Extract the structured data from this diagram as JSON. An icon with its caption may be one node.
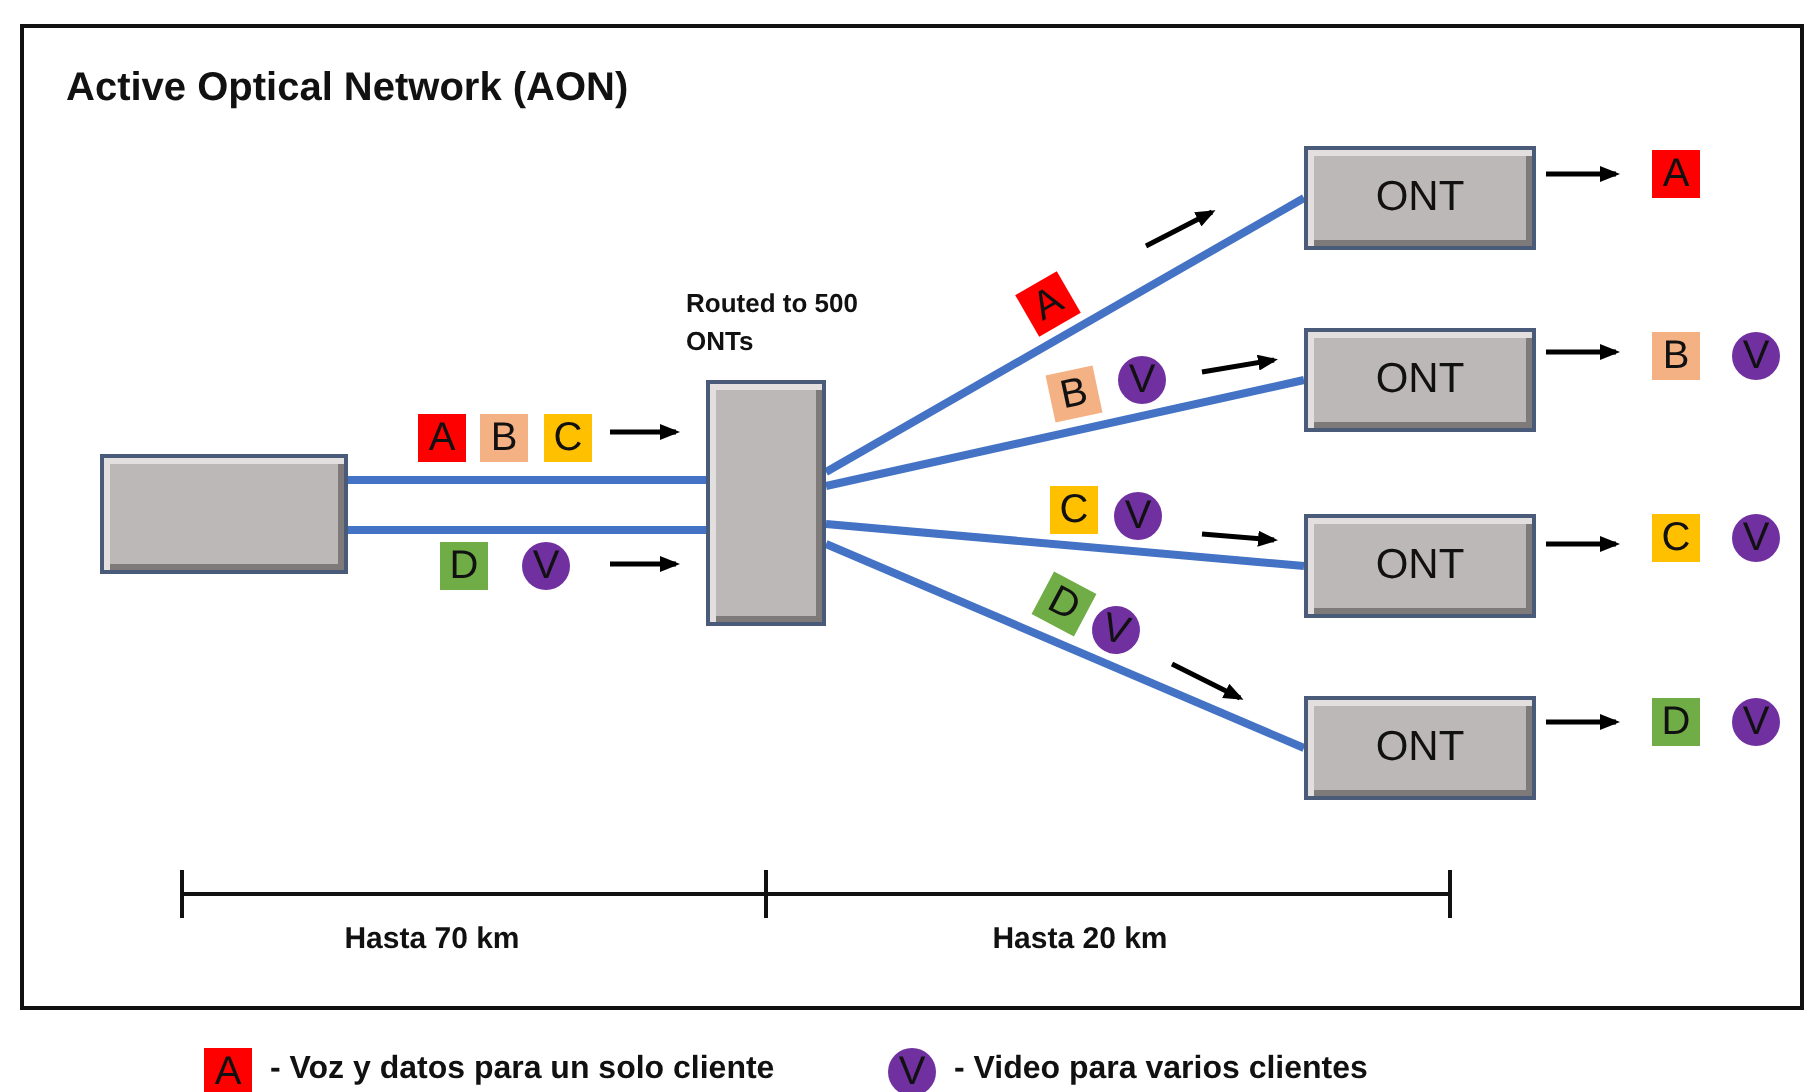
{
  "diagram": {
    "title": "Active Optical Network (AON)",
    "nodes": [
      {
        "text": [],
        "shape": "box"
      },
      {
        "text": [],
        "shape": "box",
        "beside": [
          "Routed to 500 ONTs"
        ]
      },
      {
        "text": [
          "ONT"
        ]
      },
      {
        "text": [
          "ONT"
        ]
      },
      {
        "text": [
          "ONT"
        ]
      },
      {
        "text": [
          "ONT"
        ]
      }
    ],
    "edges": [
      {
        "from": 0,
        "to": 1,
        "arrow": "none"
      },
      {
        "from": 0,
        "to": 1,
        "arrow": "none"
      },
      {
        "from": 1,
        "to": 2,
        "arrow": "none"
      },
      {
        "from": 1,
        "to": 3,
        "arrow": "none"
      },
      {
        "from": 1,
        "to": 4,
        "arrow": "none"
      },
      {
        "from": 1,
        "to": 5,
        "arrow": "none"
      }
    ],
    "labels": [
      "A",
      "B",
      "C",
      "D",
      "V",
      "A",
      "B",
      "V",
      "C",
      "V",
      "D",
      "V",
      "A",
      "B",
      "V",
      "C",
      "V",
      "D",
      "V",
      "Hasta 70 km",
      "Hasta 20 km",
      "A",
      "V"
    ],
    "legend": [
      {
        "text": "- Voz y datos para un solo cliente",
        "color": "#ff0000"
      },
      {
        "text": "- Video para varios clientes",
        "color": "#7030a0"
      }
    ]
  }
}
